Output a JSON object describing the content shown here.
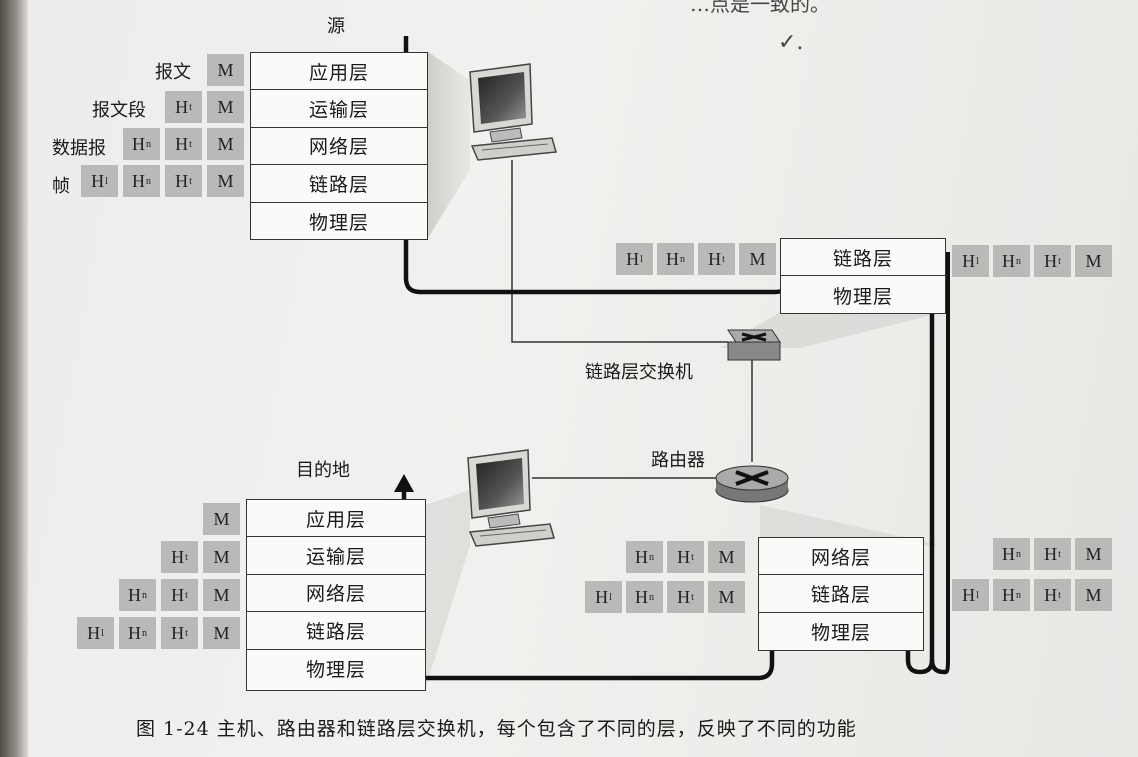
{
  "top_fragment": {
    "text": "…点是一致的。",
    "check": "✓."
  },
  "source": {
    "title": "源",
    "layers": [
      "应用层",
      "运输层",
      "网络层",
      "链路层",
      "物理层"
    ],
    "pdu_labels": [
      "报文",
      "报文段",
      "数据报",
      "帧"
    ]
  },
  "destination": {
    "title": "目的地",
    "layers": [
      "应用层",
      "运输层",
      "网络层",
      "链路层",
      "物理层"
    ]
  },
  "switch": {
    "label": "链路层交换机",
    "layers": [
      "链路层",
      "物理层"
    ]
  },
  "router": {
    "label": "路由器",
    "layers": [
      "网络层",
      "链路层",
      "物理层"
    ]
  },
  "headers": {
    "message": "M",
    "transport": {
      "base": "H",
      "sub": "t"
    },
    "network": {
      "base": "H",
      "sub": "n"
    },
    "link": {
      "base": "H",
      "sub": "l"
    }
  },
  "caption": "图 1-24   主机、路由器和链路层交换机，每个包含了不同的层，反映了不同的功能",
  "colors": {
    "header_box": "#b9b9b7",
    "path_line": "#1a1a1a",
    "shadow": "#d2d2cf"
  }
}
